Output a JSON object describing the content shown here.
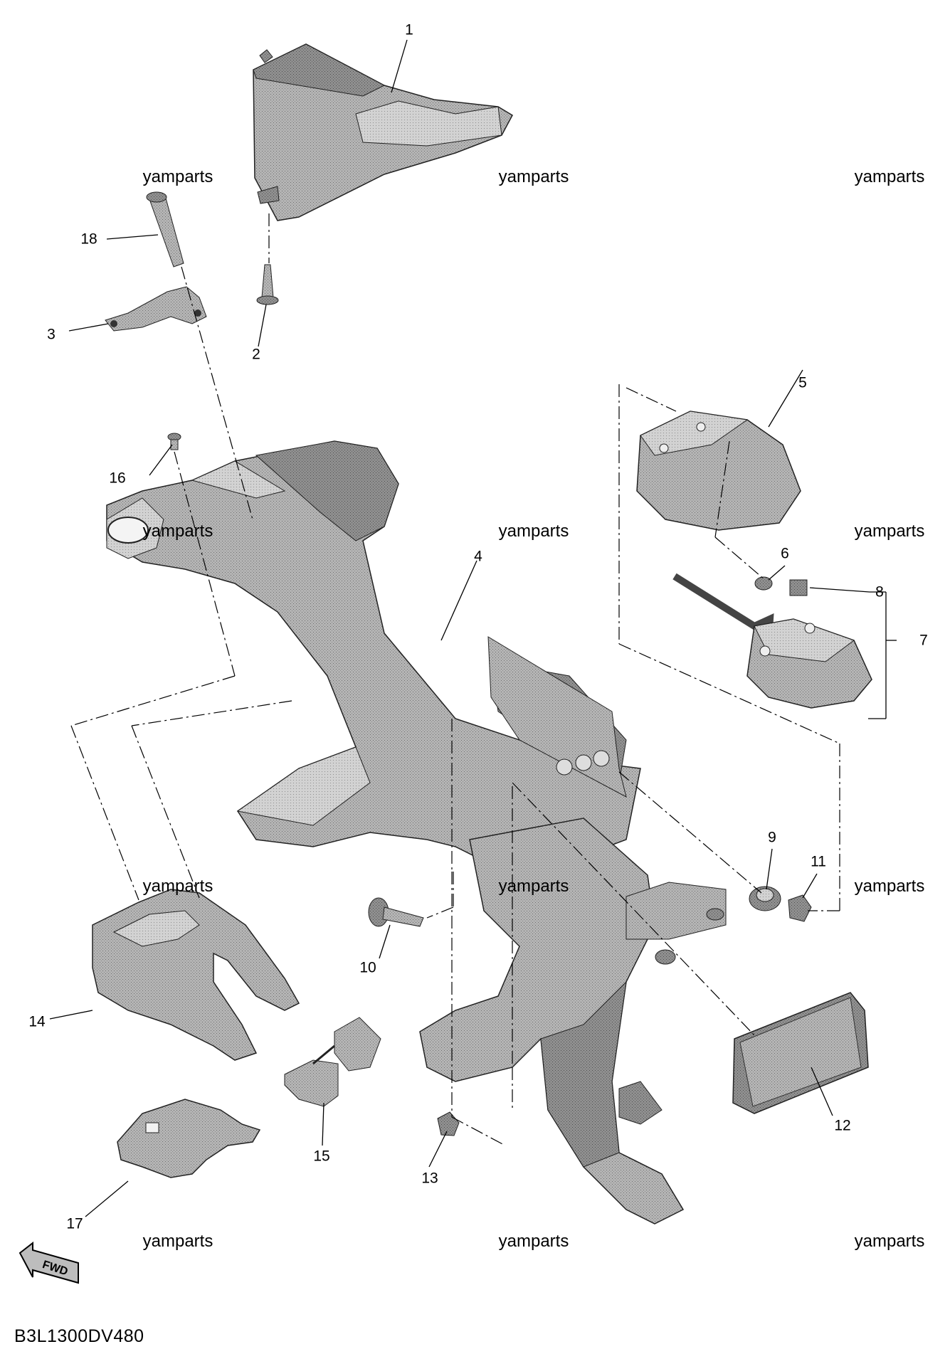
{
  "diagram_code": "B3L1300DV480",
  "fwd_label": "FWD",
  "watermark": "yamparts",
  "callouts": [
    {
      "id": "1",
      "label": "1"
    },
    {
      "id": "2",
      "label": "2"
    },
    {
      "id": "3",
      "label": "3"
    },
    {
      "id": "4",
      "label": "4"
    },
    {
      "id": "5",
      "label": "5"
    },
    {
      "id": "6",
      "label": "6"
    },
    {
      "id": "7",
      "label": "7"
    },
    {
      "id": "8",
      "label": "8"
    },
    {
      "id": "9",
      "label": "9"
    },
    {
      "id": "10",
      "label": "10"
    },
    {
      "id": "11",
      "label": "11"
    },
    {
      "id": "12",
      "label": "12"
    },
    {
      "id": "13",
      "label": "13"
    },
    {
      "id": "14",
      "label": "14"
    },
    {
      "id": "15",
      "label": "15"
    },
    {
      "id": "16",
      "label": "16"
    },
    {
      "id": "17",
      "label": "17"
    },
    {
      "id": "18",
      "label": "18"
    }
  ],
  "colors": {
    "part_fill": "#a9a9a9",
    "part_dark": "#7a7a7a",
    "part_light": "#cfcfcf",
    "line": "#000000"
  }
}
